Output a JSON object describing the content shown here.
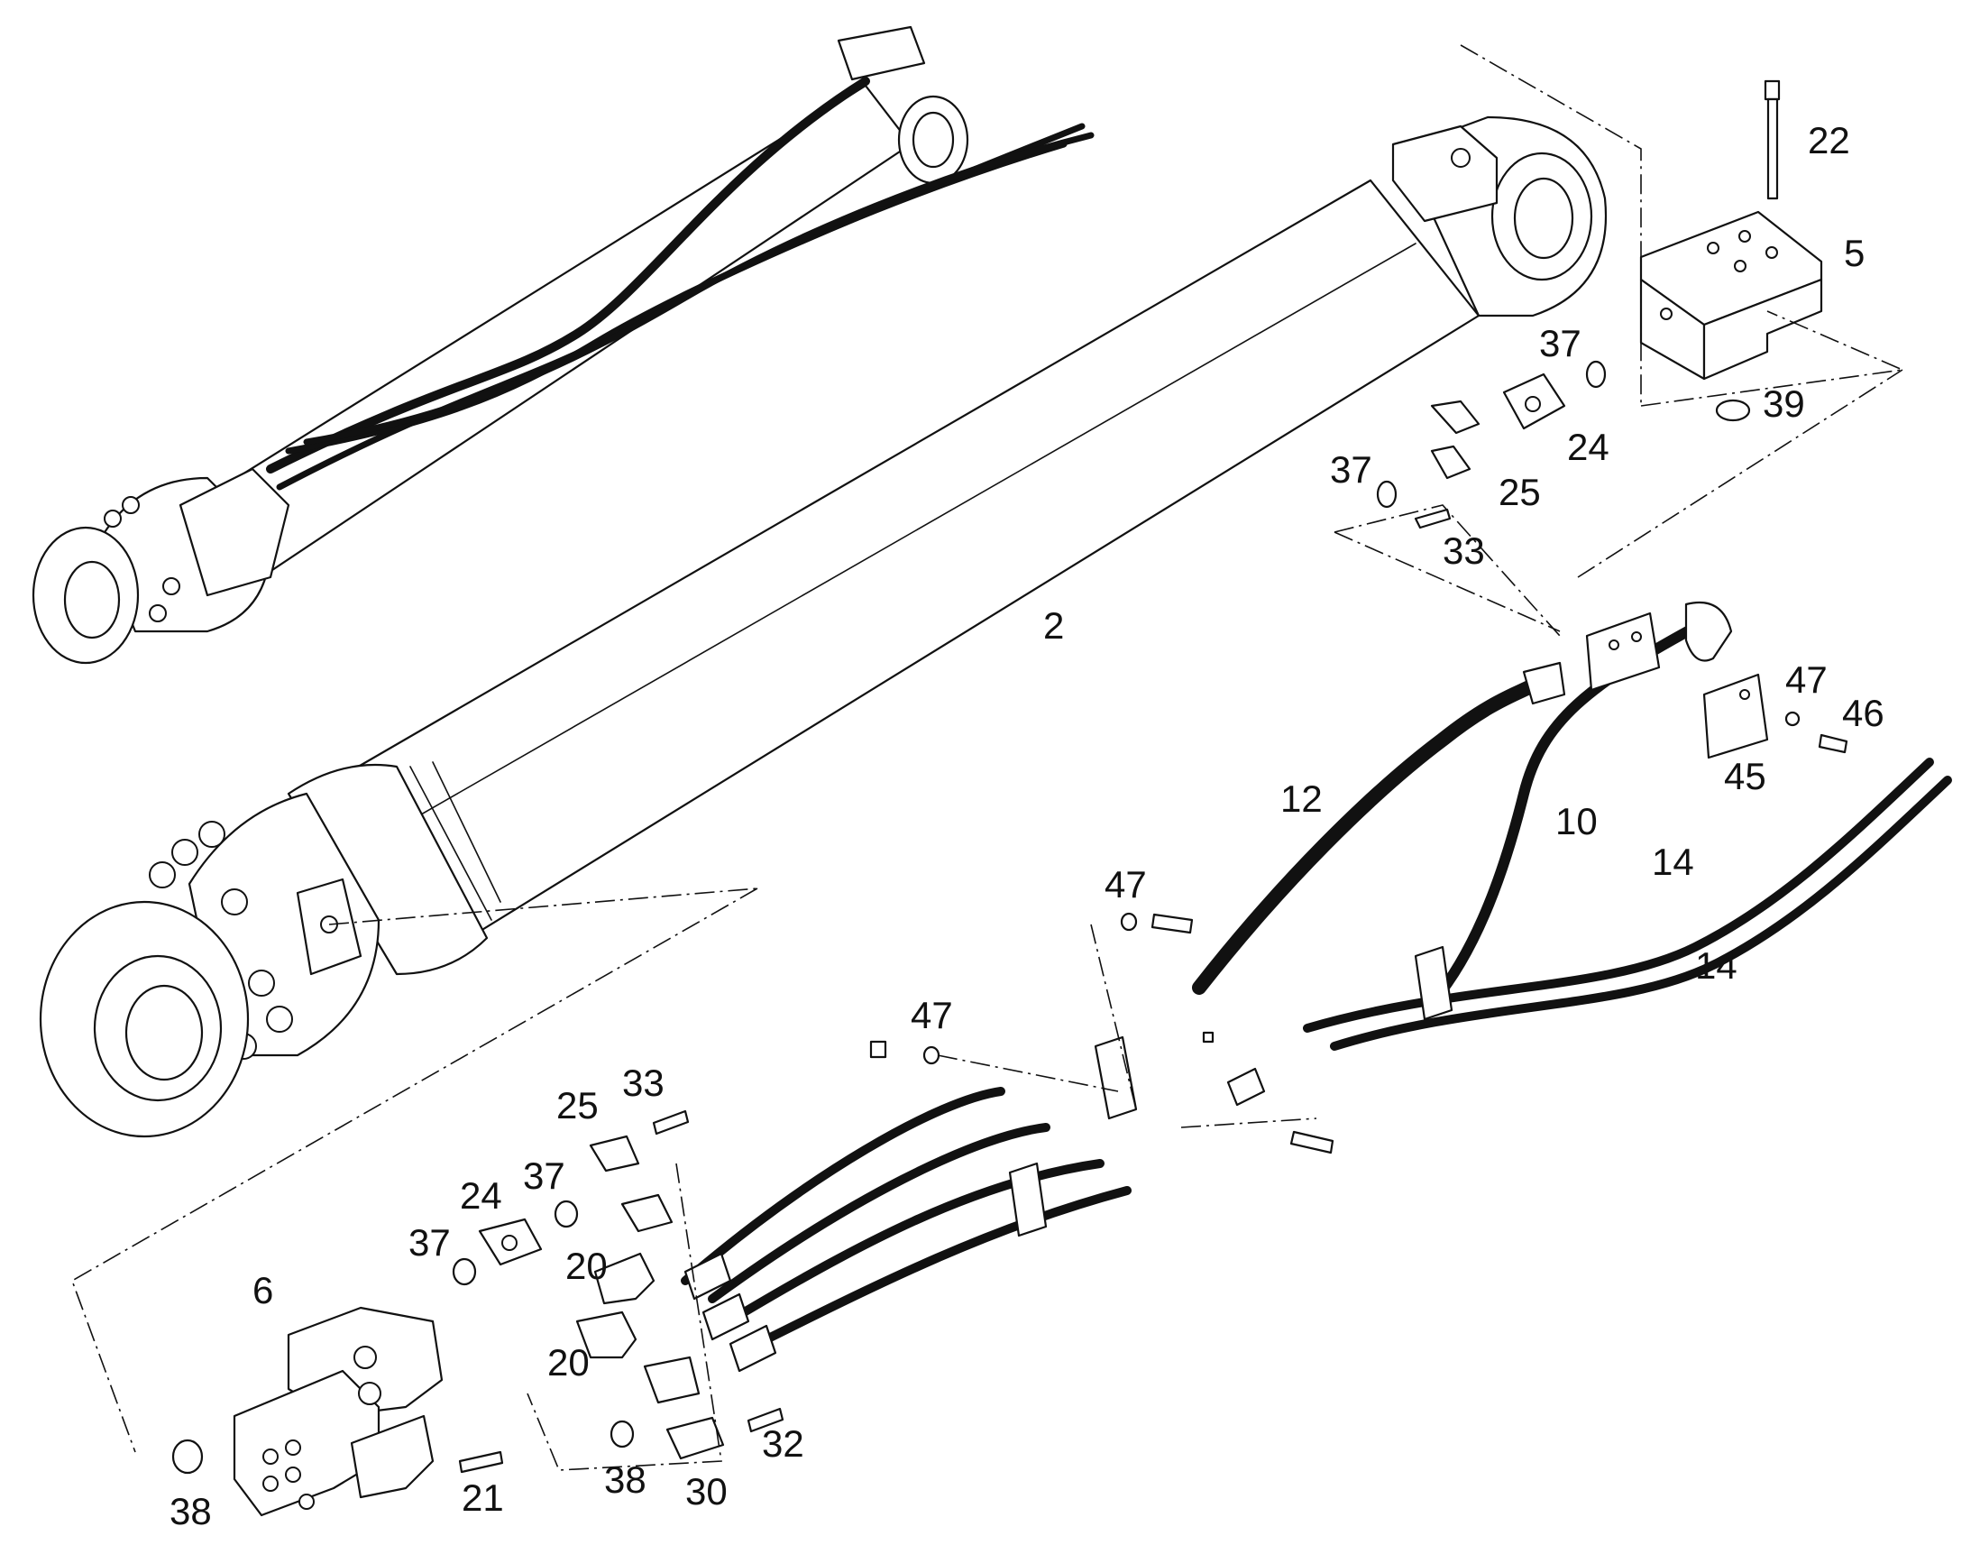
{
  "diagram": {
    "type": "exploded parts diagram",
    "subject": "hydraulic cylinder assembly with hoses and valve blocks",
    "callouts": [
      {
        "label": "22"
      },
      {
        "label": "5"
      },
      {
        "label": "37"
      },
      {
        "label": "39"
      },
      {
        "label": "24"
      },
      {
        "label": "37"
      },
      {
        "label": "25"
      },
      {
        "label": "33"
      },
      {
        "label": "2"
      },
      {
        "label": "47"
      },
      {
        "label": "46"
      },
      {
        "label": "45"
      },
      {
        "label": "12"
      },
      {
        "label": "10"
      },
      {
        "label": "14"
      },
      {
        "label": "14"
      },
      {
        "label": "47"
      },
      {
        "label": "47"
      },
      {
        "label": "33"
      },
      {
        "label": "25"
      },
      {
        "label": "37"
      },
      {
        "label": "24"
      },
      {
        "label": "37"
      },
      {
        "label": "20"
      },
      {
        "label": "6"
      },
      {
        "label": "20"
      },
      {
        "label": "32"
      },
      {
        "label": "38"
      },
      {
        "label": "30"
      },
      {
        "label": "21"
      },
      {
        "label": "38"
      }
    ]
  },
  "colors": {
    "line": "#111111",
    "background": "#ffffff"
  }
}
